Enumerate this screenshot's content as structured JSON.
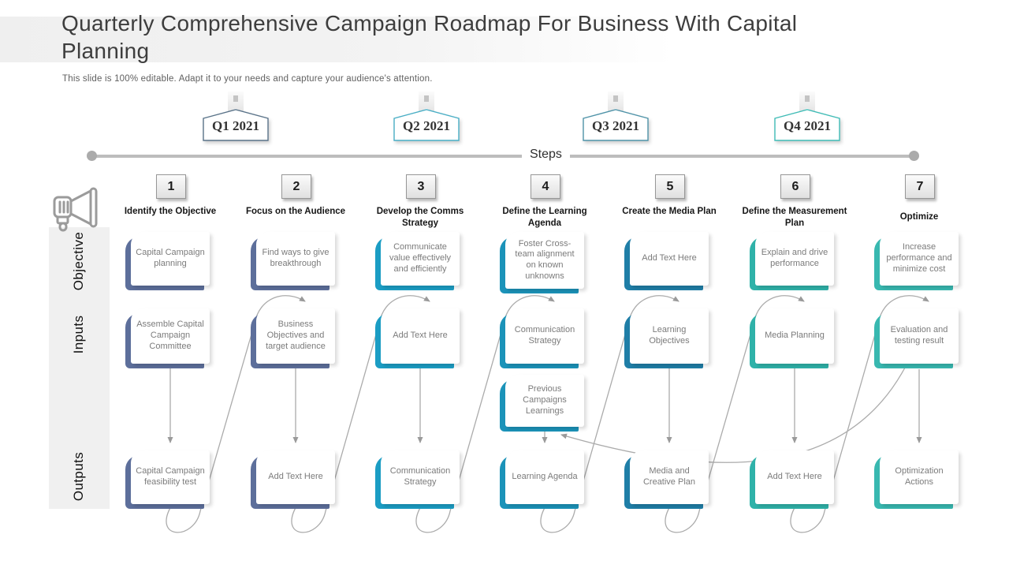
{
  "slide": {
    "title": "Quarterly Comprehensive Campaign Roadmap For Business With Capital Planning",
    "subtitle": "This slide is 100% editable. Adapt it to your needs and capture your audience's attention."
  },
  "timeline": {
    "steps_label": "Steps",
    "quarters": [
      {
        "label": "Q1 2021",
        "border": "#5a7389"
      },
      {
        "label": "Q2 2021",
        "border": "#49aec5"
      },
      {
        "label": "Q3 2021",
        "border": "#4f93a8"
      },
      {
        "label": "Q4 2021",
        "border": "#3fbcb6"
      }
    ]
  },
  "rows": {
    "objective": "Objective",
    "inputs": "Inputs",
    "outputs": "Outputs"
  },
  "icons": {
    "megaphone": "megaphone-outline",
    "pin": "hanging-pin"
  },
  "columns": [
    {
      "number": "1",
      "title": "Identify the Objective",
      "accent": "#5d6f9b",
      "objective": "Capital Campaign planning",
      "input": "Assemble Capital Campaign Committee",
      "output": "Capital Campaign feasibility test"
    },
    {
      "number": "2",
      "title": "Focus on the Audience",
      "accent": "#5d6f9b",
      "objective": "Find ways to give breakthrough",
      "input": "Business Objectives and target audience",
      "output": "Add Text Here"
    },
    {
      "number": "3",
      "title": "Develop the Comms Strategy",
      "accent": "#1b9dc4",
      "objective": "Communicate value effectively and efficiently",
      "input": "Add Text Here",
      "output": "Communication Strategy"
    },
    {
      "number": "4",
      "title": "Define the Learning Agenda",
      "accent": "#1b93b9",
      "objective": "Foster Cross-team alignment on known unknowns",
      "input": "Communication Strategy",
      "extra": "Previous Campaigns Learnings",
      "output": "Learning Agenda"
    },
    {
      "number": "5",
      "title": "Create the Media Plan",
      "accent": "#1f7ea7",
      "objective": "Add Text Here",
      "input": "Learning Objectives",
      "output": "Media and Creative Plan"
    },
    {
      "number": "6",
      "title": "Define the Measurement Plan",
      "accent": "#2fb2a9",
      "objective": "Explain and drive performance",
      "input": "Media Planning",
      "output": "Add Text Here"
    },
    {
      "number": "7",
      "title": "Optimize",
      "accent": "#38b8b0",
      "objective": "Increase performance and minimize cost",
      "input": "Evaluation and testing result",
      "output": "Optimization Actions"
    }
  ]
}
